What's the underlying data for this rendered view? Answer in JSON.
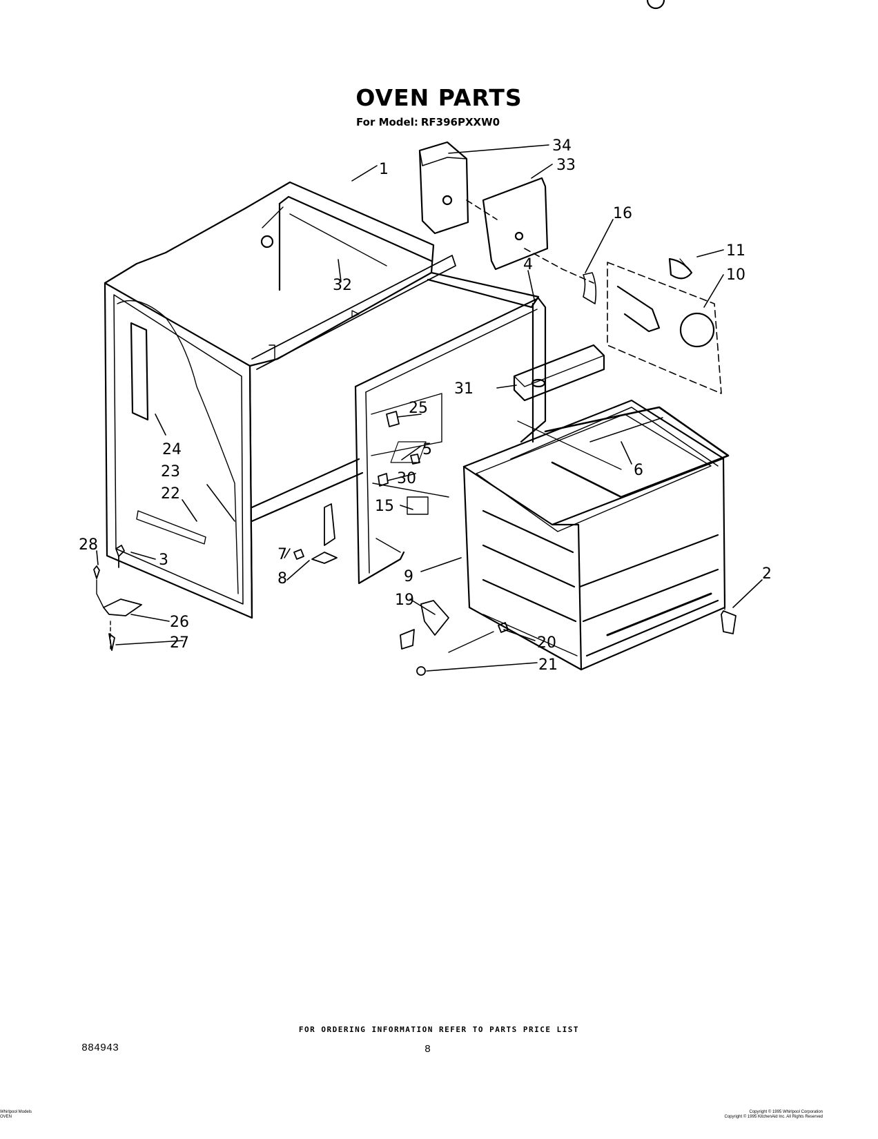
{
  "header": {
    "title": "OVEN PARTS",
    "model_label": "For Model:",
    "model_number": "RF396PXXW0"
  },
  "callouts": [
    "1",
    "2",
    "3",
    "4",
    "5",
    "6",
    "7",
    "8",
    "9",
    "10",
    "11",
    "15",
    "16",
    "19",
    "20",
    "21",
    "22",
    "23",
    "24",
    "25",
    "26",
    "27",
    "28",
    "30",
    "31",
    "32",
    "33",
    "34"
  ],
  "footer": {
    "ordering_info": "FOR ORDERING INFORMATION REFER TO PARTS PRICE LIST",
    "document_number": "884943",
    "page_number": "8",
    "left_note_line1": "Whirlpool Models",
    "left_note_line2": "OVEN",
    "copyright_line1": "Copyright © 1995 Whirlpool Corporation",
    "copyright_line2": "Copyright © 1995 KitchenAid Inc. All Rights Reserved"
  }
}
